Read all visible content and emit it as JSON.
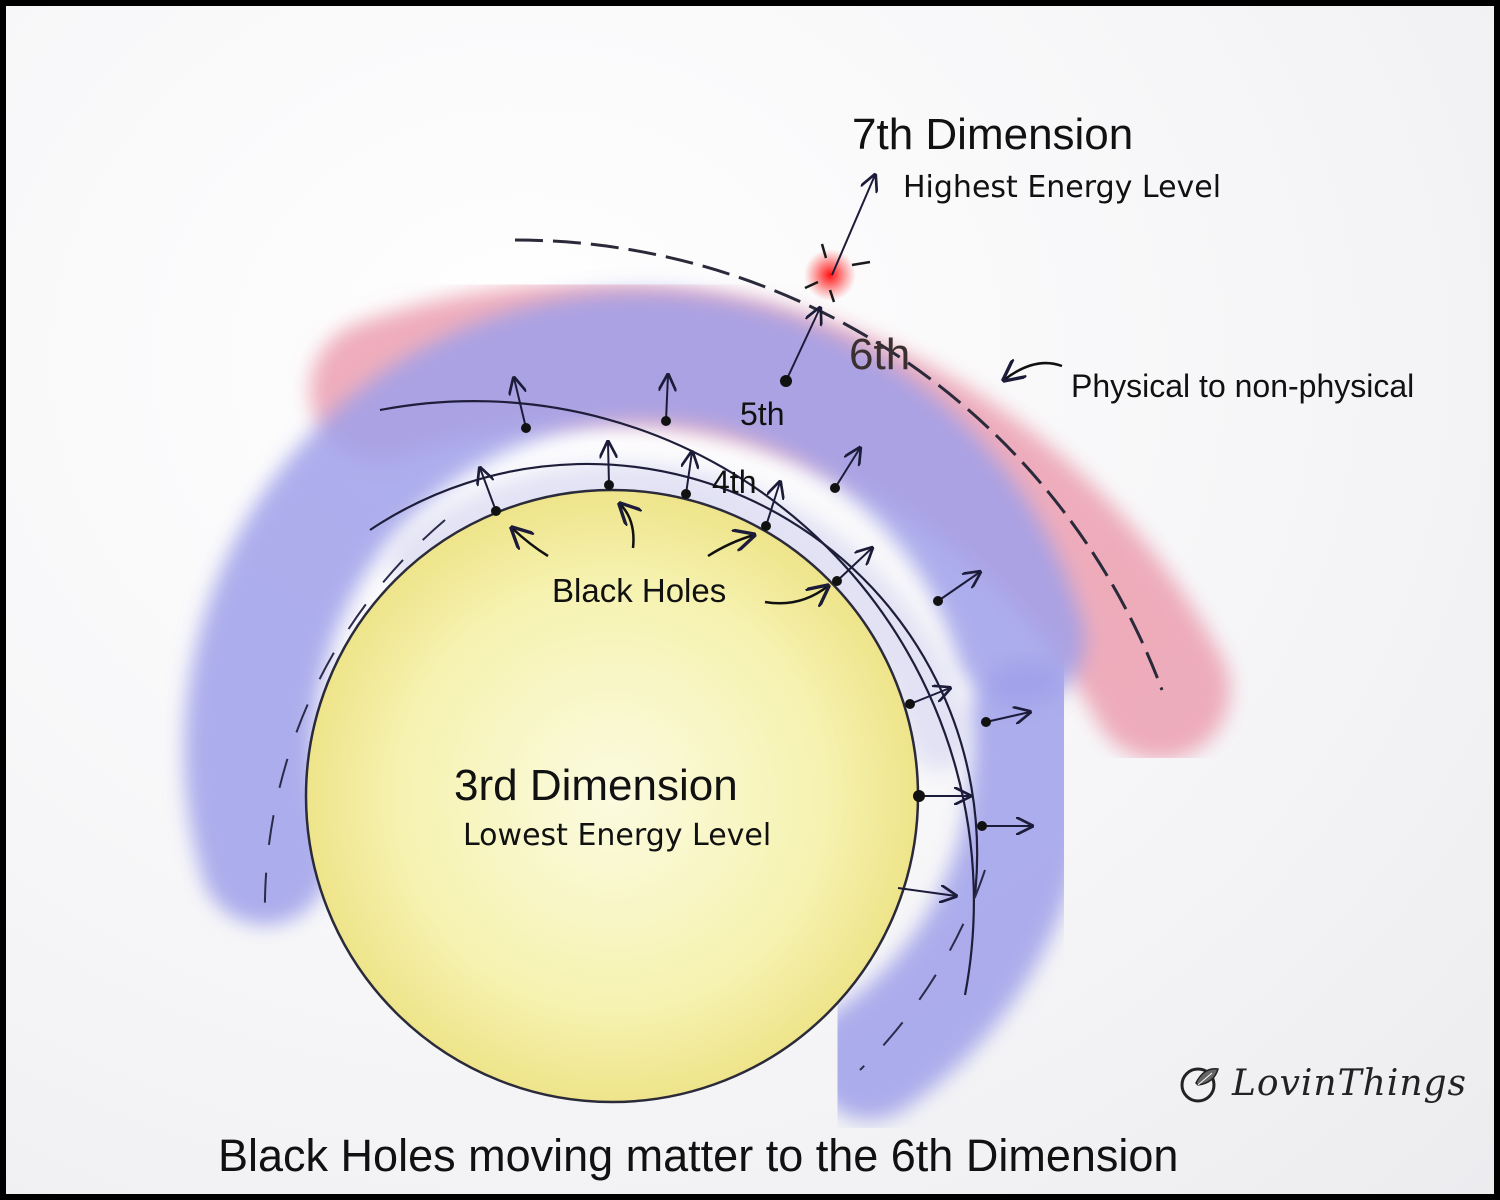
{
  "diagram": {
    "dimension_7": {
      "title": "7th Dimension",
      "subtitle": "Highest Energy Level"
    },
    "dimension_6": {
      "label": "6th"
    },
    "dimension_5": {
      "label": "5th"
    },
    "dimension_4": {
      "label": "4th"
    },
    "dimension_3": {
      "title": "3rd Dimension",
      "subtitle": "Lowest Energy Level"
    },
    "black_holes_label": "Black Holes",
    "transition_label": "Physical to non-physical",
    "caption": "Black Holes moving matter to the 6th Dimension"
  },
  "branding": {
    "name": "LovinThings",
    "icon": "leaf-logo-icon"
  },
  "colors": {
    "dimension_3_fill": "#f7f4b0",
    "dimension_4_5_band": "#a7a8ec",
    "dimension_6_band": "#eda9b6",
    "star_glow": "#ff2020"
  }
}
